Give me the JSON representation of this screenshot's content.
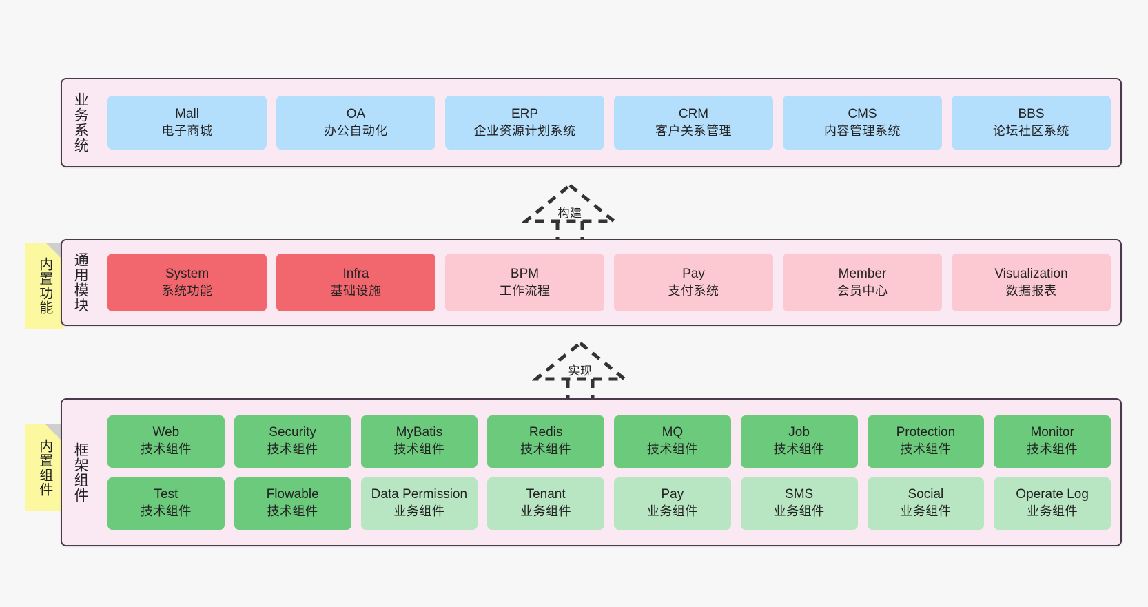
{
  "diagram": {
    "title_alt": "",
    "background": "#f7f7f7",
    "colors": {
      "band_fill": "#fae9f3",
      "band_border": "#4a3b4a",
      "business_card": "#b3dffc",
      "module_core": "#f2666e",
      "module_plain": "#fcc9d2",
      "tech_component": "#6bca7c",
      "biz_component": "#b9e6c2",
      "note_fill": "#fbf8a0",
      "note_fold": "#cfcfcf"
    }
  },
  "layers": {
    "business": {
      "title": "业务系统",
      "items": [
        {
          "en": "Mall",
          "cn": "电子商城"
        },
        {
          "en": "OA",
          "cn": "办公自动化"
        },
        {
          "en": "ERP",
          "cn": "企业资源计划系统"
        },
        {
          "en": "CRM",
          "cn": "客户关系管理"
        },
        {
          "en": "CMS",
          "cn": "内容管理系统"
        },
        {
          "en": "BBS",
          "cn": "论坛社区系统"
        }
      ]
    },
    "modules": {
      "title": "通用模块",
      "note": "内置功能",
      "items": [
        {
          "en": "System",
          "cn": "系统功能",
          "kind": "core"
        },
        {
          "en": "Infra",
          "cn": "基础设施",
          "kind": "core"
        },
        {
          "en": "BPM",
          "cn": "工作流程",
          "kind": "plain"
        },
        {
          "en": "Pay",
          "cn": "支付系统",
          "kind": "plain"
        },
        {
          "en": "Member",
          "cn": "会员中心",
          "kind": "plain"
        },
        {
          "en": "Visualization",
          "cn": "数据报表",
          "kind": "plain"
        }
      ]
    },
    "framework": {
      "title": "框架组件",
      "note": "内置组件",
      "row1": [
        {
          "en": "Web",
          "cn": "技术组件",
          "kind": "tech"
        },
        {
          "en": "Security",
          "cn": "技术组件",
          "kind": "tech"
        },
        {
          "en": "MyBatis",
          "cn": "技术组件",
          "kind": "tech"
        },
        {
          "en": "Redis",
          "cn": "技术组件",
          "kind": "tech"
        },
        {
          "en": "MQ",
          "cn": "技术组件",
          "kind": "tech"
        },
        {
          "en": "Job",
          "cn": "技术组件",
          "kind": "tech"
        },
        {
          "en": "Protection",
          "cn": "技术组件",
          "kind": "tech"
        },
        {
          "en": "Monitor",
          "cn": "技术组件",
          "kind": "tech"
        }
      ],
      "row2": [
        {
          "en": "Test",
          "cn": "技术组件",
          "kind": "tech"
        },
        {
          "en": "Flowable",
          "cn": "技术组件",
          "kind": "tech"
        },
        {
          "en": "Data Permission",
          "cn": "业务组件",
          "kind": "biz"
        },
        {
          "en": "Tenant",
          "cn": "业务组件",
          "kind": "biz"
        },
        {
          "en": "Pay",
          "cn": "业务组件",
          "kind": "biz"
        },
        {
          "en": "SMS",
          "cn": "业务组件",
          "kind": "biz"
        },
        {
          "en": "Social",
          "cn": "业务组件",
          "kind": "biz"
        },
        {
          "en": "Operate Log",
          "cn": "业务组件",
          "kind": "biz"
        }
      ]
    }
  },
  "connectors": [
    {
      "label": "构建"
    },
    {
      "label": "实现"
    }
  ]
}
